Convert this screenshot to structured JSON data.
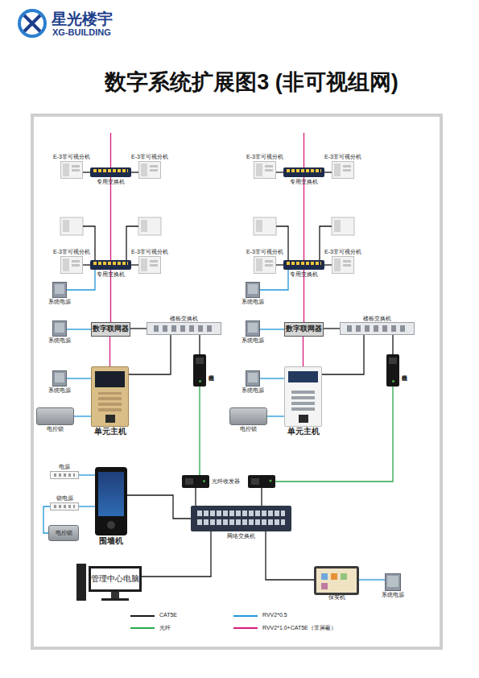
{
  "diagram": {
    "title": "数字系统扩展图3 (非可视组网)",
    "nodes": [
      {
        "text": [
          "E-3非可视分机"
        ]
      },
      {
        "text": [
          "E-3非可视分机"
        ]
      },
      {
        "text": [
          "专用交换机"
        ]
      },
      {
        "text": [
          "E-3非可视分机"
        ]
      },
      {
        "text": [
          "E-3非可视分机"
        ]
      },
      {
        "text": [
          "专用交换机"
        ]
      },
      {
        "text": [
          "系统电源"
        ]
      },
      {
        "text": [
          "系统电源"
        ]
      },
      {
        "text": [
          "数字联网器"
        ]
      },
      {
        "text": [
          "楼栋交换机"
        ]
      },
      {
        "text": [
          "光纤收发器"
        ]
      },
      {
        "text": [
          "系统电源"
        ]
      },
      {
        "text": [
          "电控锁"
        ]
      },
      {
        "text": [
          "单元主机"
        ]
      },
      {
        "text": [
          "E-3非可视分机"
        ]
      },
      {
        "text": [
          "E-3非可视分机"
        ]
      },
      {
        "text": [
          "专用交换机"
        ]
      },
      {
        "text": [
          "E-3非可视分机"
        ]
      },
      {
        "text": [
          "E-3非可视分机"
        ]
      },
      {
        "text": [
          "专用交换机"
        ]
      },
      {
        "text": [
          "系统电源"
        ]
      },
      {
        "text": [
          "系统电源"
        ]
      },
      {
        "text": [
          "数字联网器"
        ]
      },
      {
        "text": [
          "楼栋交换机"
        ]
      },
      {
        "text": [
          "光纤收发器"
        ]
      },
      {
        "text": [
          "系统电源"
        ]
      },
      {
        "text": [
          "电控锁"
        ]
      },
      {
        "text": [
          "单元主机"
        ]
      },
      {
        "text": [
          "电源"
        ]
      },
      {
        "text": [
          "锁电源"
        ]
      },
      {
        "text": [
          "电控锁"
        ]
      },
      {
        "text": [
          "围墙机"
        ]
      },
      {
        "text": [
          "光纤收发器"
        ]
      },
      {
        "text": [
          "网络交换机"
        ]
      },
      {
        "text": [
          "管理中心电脑"
        ]
      },
      {
        "text": [
          "保安机"
        ]
      },
      {
        "text": [
          "系统电源"
        ]
      }
    ],
    "edges": [
      {
        "from": 0,
        "to": 2,
        "arrow": "none"
      },
      {
        "from": 1,
        "to": 2,
        "arrow": "none"
      },
      {
        "from": 2,
        "to": 5,
        "arrow": "none"
      },
      {
        "from": 3,
        "to": 5,
        "arrow": "none"
      },
      {
        "from": 4,
        "to": 5,
        "arrow": "none"
      },
      {
        "from": 6,
        "to": 5,
        "arrow": "none"
      },
      {
        "from": 5,
        "to": 8,
        "arrow": "none"
      },
      {
        "from": 7,
        "to": 8,
        "arrow": "none"
      },
      {
        "from": 8,
        "to": 9,
        "arrow": "none"
      },
      {
        "from": 9,
        "to": 10,
        "arrow": "none"
      },
      {
        "from": 8,
        "to": 13,
        "arrow": "none"
      },
      {
        "from": 9,
        "to": 13,
        "arrow": "none"
      },
      {
        "from": 11,
        "to": 13,
        "arrow": "none"
      },
      {
        "from": 12,
        "to": 13,
        "arrow": "none"
      },
      {
        "from": 14,
        "to": 16,
        "arrow": "none"
      },
      {
        "from": 15,
        "to": 16,
        "arrow": "none"
      },
      {
        "from": 16,
        "to": 19,
        "arrow": "none"
      },
      {
        "from": 17,
        "to": 19,
        "arrow": "none"
      },
      {
        "from": 18,
        "to": 19,
        "arrow": "none"
      },
      {
        "from": 20,
        "to": 19,
        "arrow": "none"
      },
      {
        "from": 19,
        "to": 22,
        "arrow": "none"
      },
      {
        "from": 21,
        "to": 22,
        "arrow": "none"
      },
      {
        "from": 22,
        "to": 23,
        "arrow": "none"
      },
      {
        "from": 23,
        "to": 24,
        "arrow": "none"
      },
      {
        "from": 22,
        "to": 27,
        "arrow": "none"
      },
      {
        "from": 23,
        "to": 27,
        "arrow": "none"
      },
      {
        "from": 25,
        "to": 27,
        "arrow": "none"
      },
      {
        "from": 26,
        "to": 27,
        "arrow": "none"
      },
      {
        "from": 10,
        "to": 32,
        "arrow": "none"
      },
      {
        "from": 28,
        "to": 31,
        "arrow": "none"
      },
      {
        "from": 29,
        "to": 31,
        "arrow": "none"
      },
      {
        "from": 30,
        "to": 29,
        "arrow": "none"
      },
      {
        "from": 31,
        "to": 33,
        "arrow": "none"
      },
      {
        "from": 32,
        "to": 33,
        "arrow": "none"
      },
      {
        "from": 33,
        "to": 34,
        "arrow": "none"
      },
      {
        "from": 33,
        "to": 35,
        "arrow": "none"
      },
      {
        "from": 36,
        "to": 35,
        "arrow": "none"
      }
    ],
    "labels": [
      "星光楼宇",
      "XG-BUILDING"
    ],
    "legend": [
      {
        "text": "CAT5E",
        "color": "#1a1a1a"
      },
      {
        "text": "光纤",
        "color": "#2aa84a"
      },
      {
        "text": "RVV2*0.5",
        "color": "#2196d9"
      },
      {
        "text": "RVV2*1.0+CAT5E（非屏蔽）",
        "color": "#d81b7c"
      }
    ]
  }
}
